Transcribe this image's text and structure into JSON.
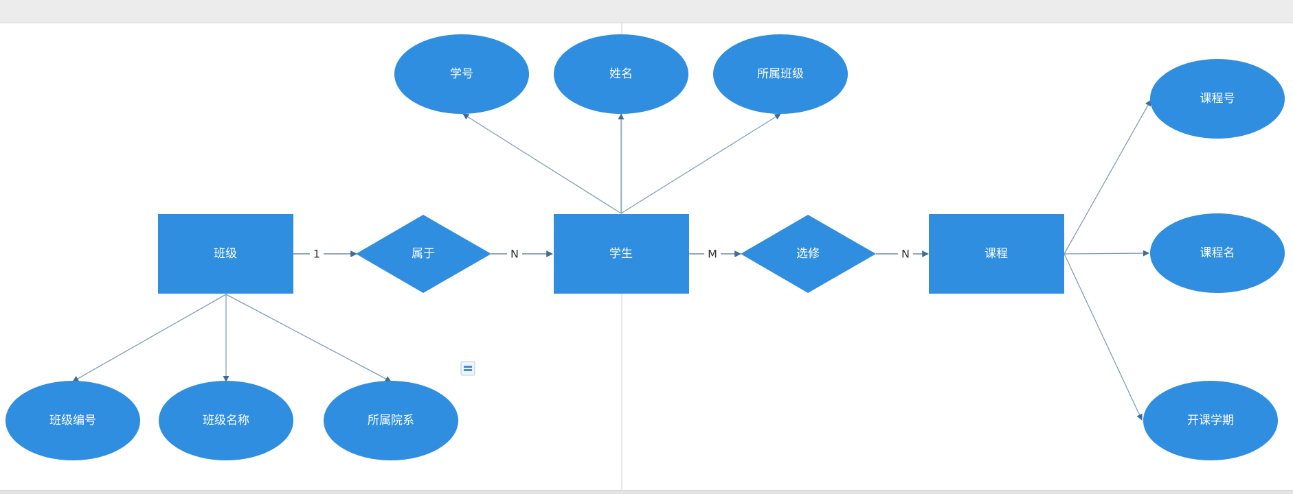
{
  "colors": {
    "shape_fill": "#2f8ee0",
    "edge": "#7f9db8",
    "guide": "#c8d2dc"
  },
  "icons": {
    "small_widget": "list-icon"
  },
  "entities": {
    "class": "班级",
    "student": "学生",
    "course": "课程"
  },
  "relations": {
    "belongs": "属于",
    "elective": "选修"
  },
  "attributes": {
    "student_no": "学号",
    "student_name": "姓名",
    "student_class": "所属班级",
    "class_no": "班级编号",
    "class_name": "班级名称",
    "class_dept": "所属院系",
    "course_no": "课程号",
    "course_name": "课程名",
    "course_term": "开课学期"
  },
  "cardinalities": {
    "class_belongs": "1",
    "belongs_student": "N",
    "student_elective": "M",
    "elective_course": "N"
  }
}
